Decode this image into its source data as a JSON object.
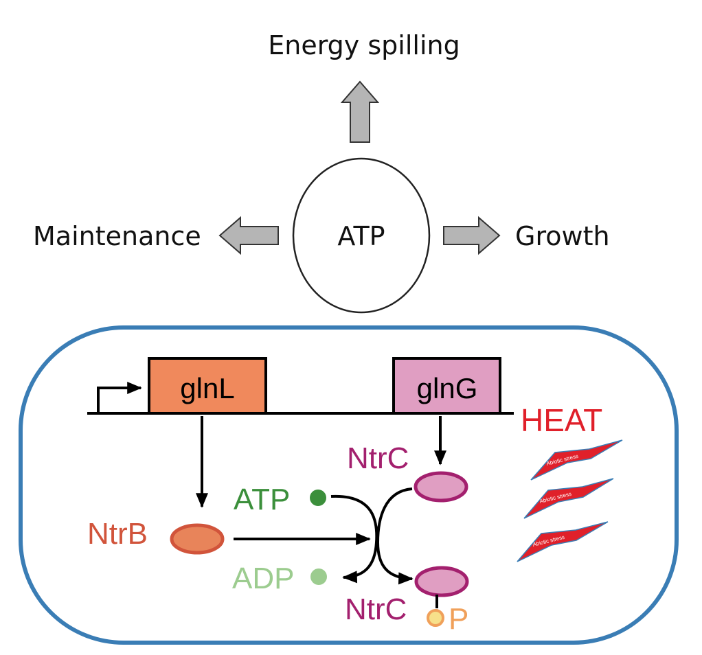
{
  "energy": {
    "center": "ATP",
    "up": "Energy spilling",
    "left": "Maintenance",
    "right": "Growth"
  },
  "genes": {
    "glnL": "glnL",
    "glnG": "glnG"
  },
  "proteins": {
    "ntrb": "NtrB",
    "ntrc_top": "NtrC",
    "ntrc_bottom": "NtrC",
    "phosphate": "P"
  },
  "molecules": {
    "atp": "ATP",
    "adp": "ADP"
  },
  "stress": {
    "heat": "HEAT",
    "bolt_label": "Abiotic stress"
  },
  "colors": {
    "cell_border": "#3a7db5",
    "glnL_fill": "#f0895c",
    "glnG_fill": "#e09ec2",
    "ntrb": "#d1543b",
    "ntrc": "#a3206e",
    "atp": "#3b8f3b",
    "adp": "#9ccc8f",
    "phosphate": "#f0a05a",
    "heat": "#e0202a",
    "arrow_gray": "#b5b5b5"
  }
}
